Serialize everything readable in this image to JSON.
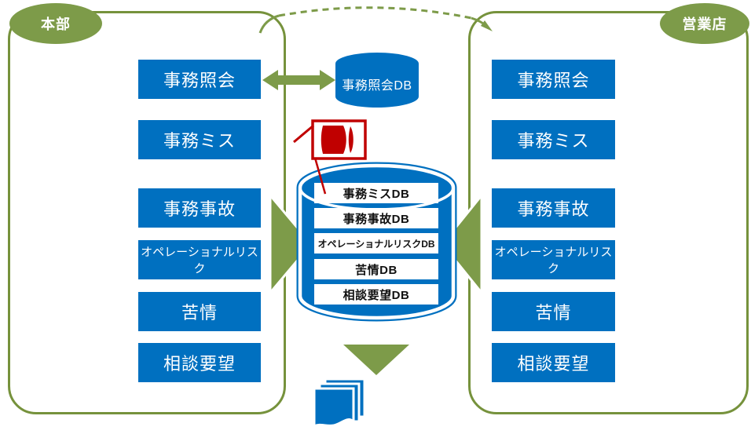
{
  "colors": {
    "blue": "#0070C0",
    "green": "#7D9B49",
    "green_border": "#76923C",
    "red": "#C00000",
    "row_bg": "#FFFFFF",
    "row_text": "#111111",
    "box_text": "#FFFFFF",
    "background": "#FFFFFF"
  },
  "left_panel": {
    "badge": "本部",
    "boxes": [
      "事務照会",
      "事務ミス",
      "事務事故",
      "オペレーショナルリスク",
      "苦情",
      "相談要望"
    ]
  },
  "right_panel": {
    "badge": "営業店",
    "boxes": [
      "事務照会",
      "事務ミス",
      "事務事故",
      "オペレーショナルリスク",
      "苦情",
      "相談要望"
    ]
  },
  "center": {
    "top_db_label": "事務照会DB",
    "db_rows": [
      "事務ミスDB",
      "事務事故DB",
      "オペレーショナルリスクDB",
      "苦情DB",
      "相談要望DB"
    ]
  },
  "icons": {
    "sync_arc": "dashed-sync-arc-icon",
    "double_arrow": "double-arrow-icon",
    "left_triangle": "left-flow-arrow-icon",
    "right_triangle": "right-flow-arrow-icon",
    "down_triangle": "down-flow-arrow-icon",
    "top_db": "database-cylinder-icon",
    "main_db": "database-cylinder-icon",
    "flag": "red-flag-icon",
    "documents": "documents-stack-icon"
  }
}
